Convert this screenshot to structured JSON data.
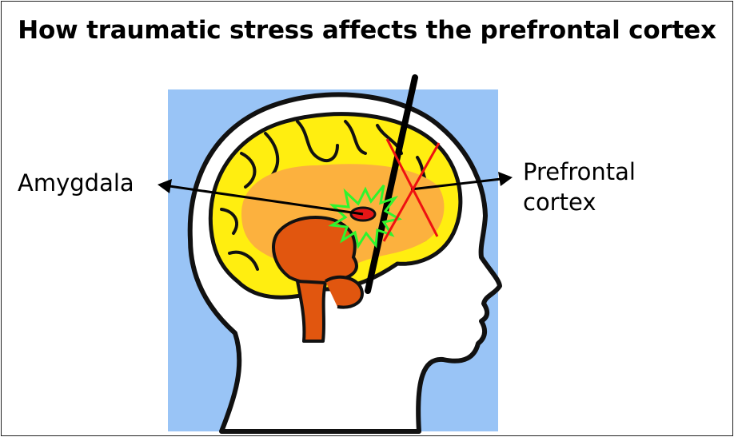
{
  "title": "How traumatic stress affects the prefrontal cortex",
  "labels": {
    "amygdala": "Amygdala",
    "prefrontal_line1": "Prefrontal",
    "prefrontal_line2": "cortex"
  },
  "colors": {
    "background_panel": "#99c4f6",
    "head_fill": "#ffffff",
    "outline": "#111111",
    "brain_yellow": "#ffee10",
    "brain_orange": "#fcb13e",
    "limbic": "#e1560f",
    "amygdala_red": "#e51616",
    "burst_green": "#2ef52e",
    "cross_red": "#ee1111"
  }
}
